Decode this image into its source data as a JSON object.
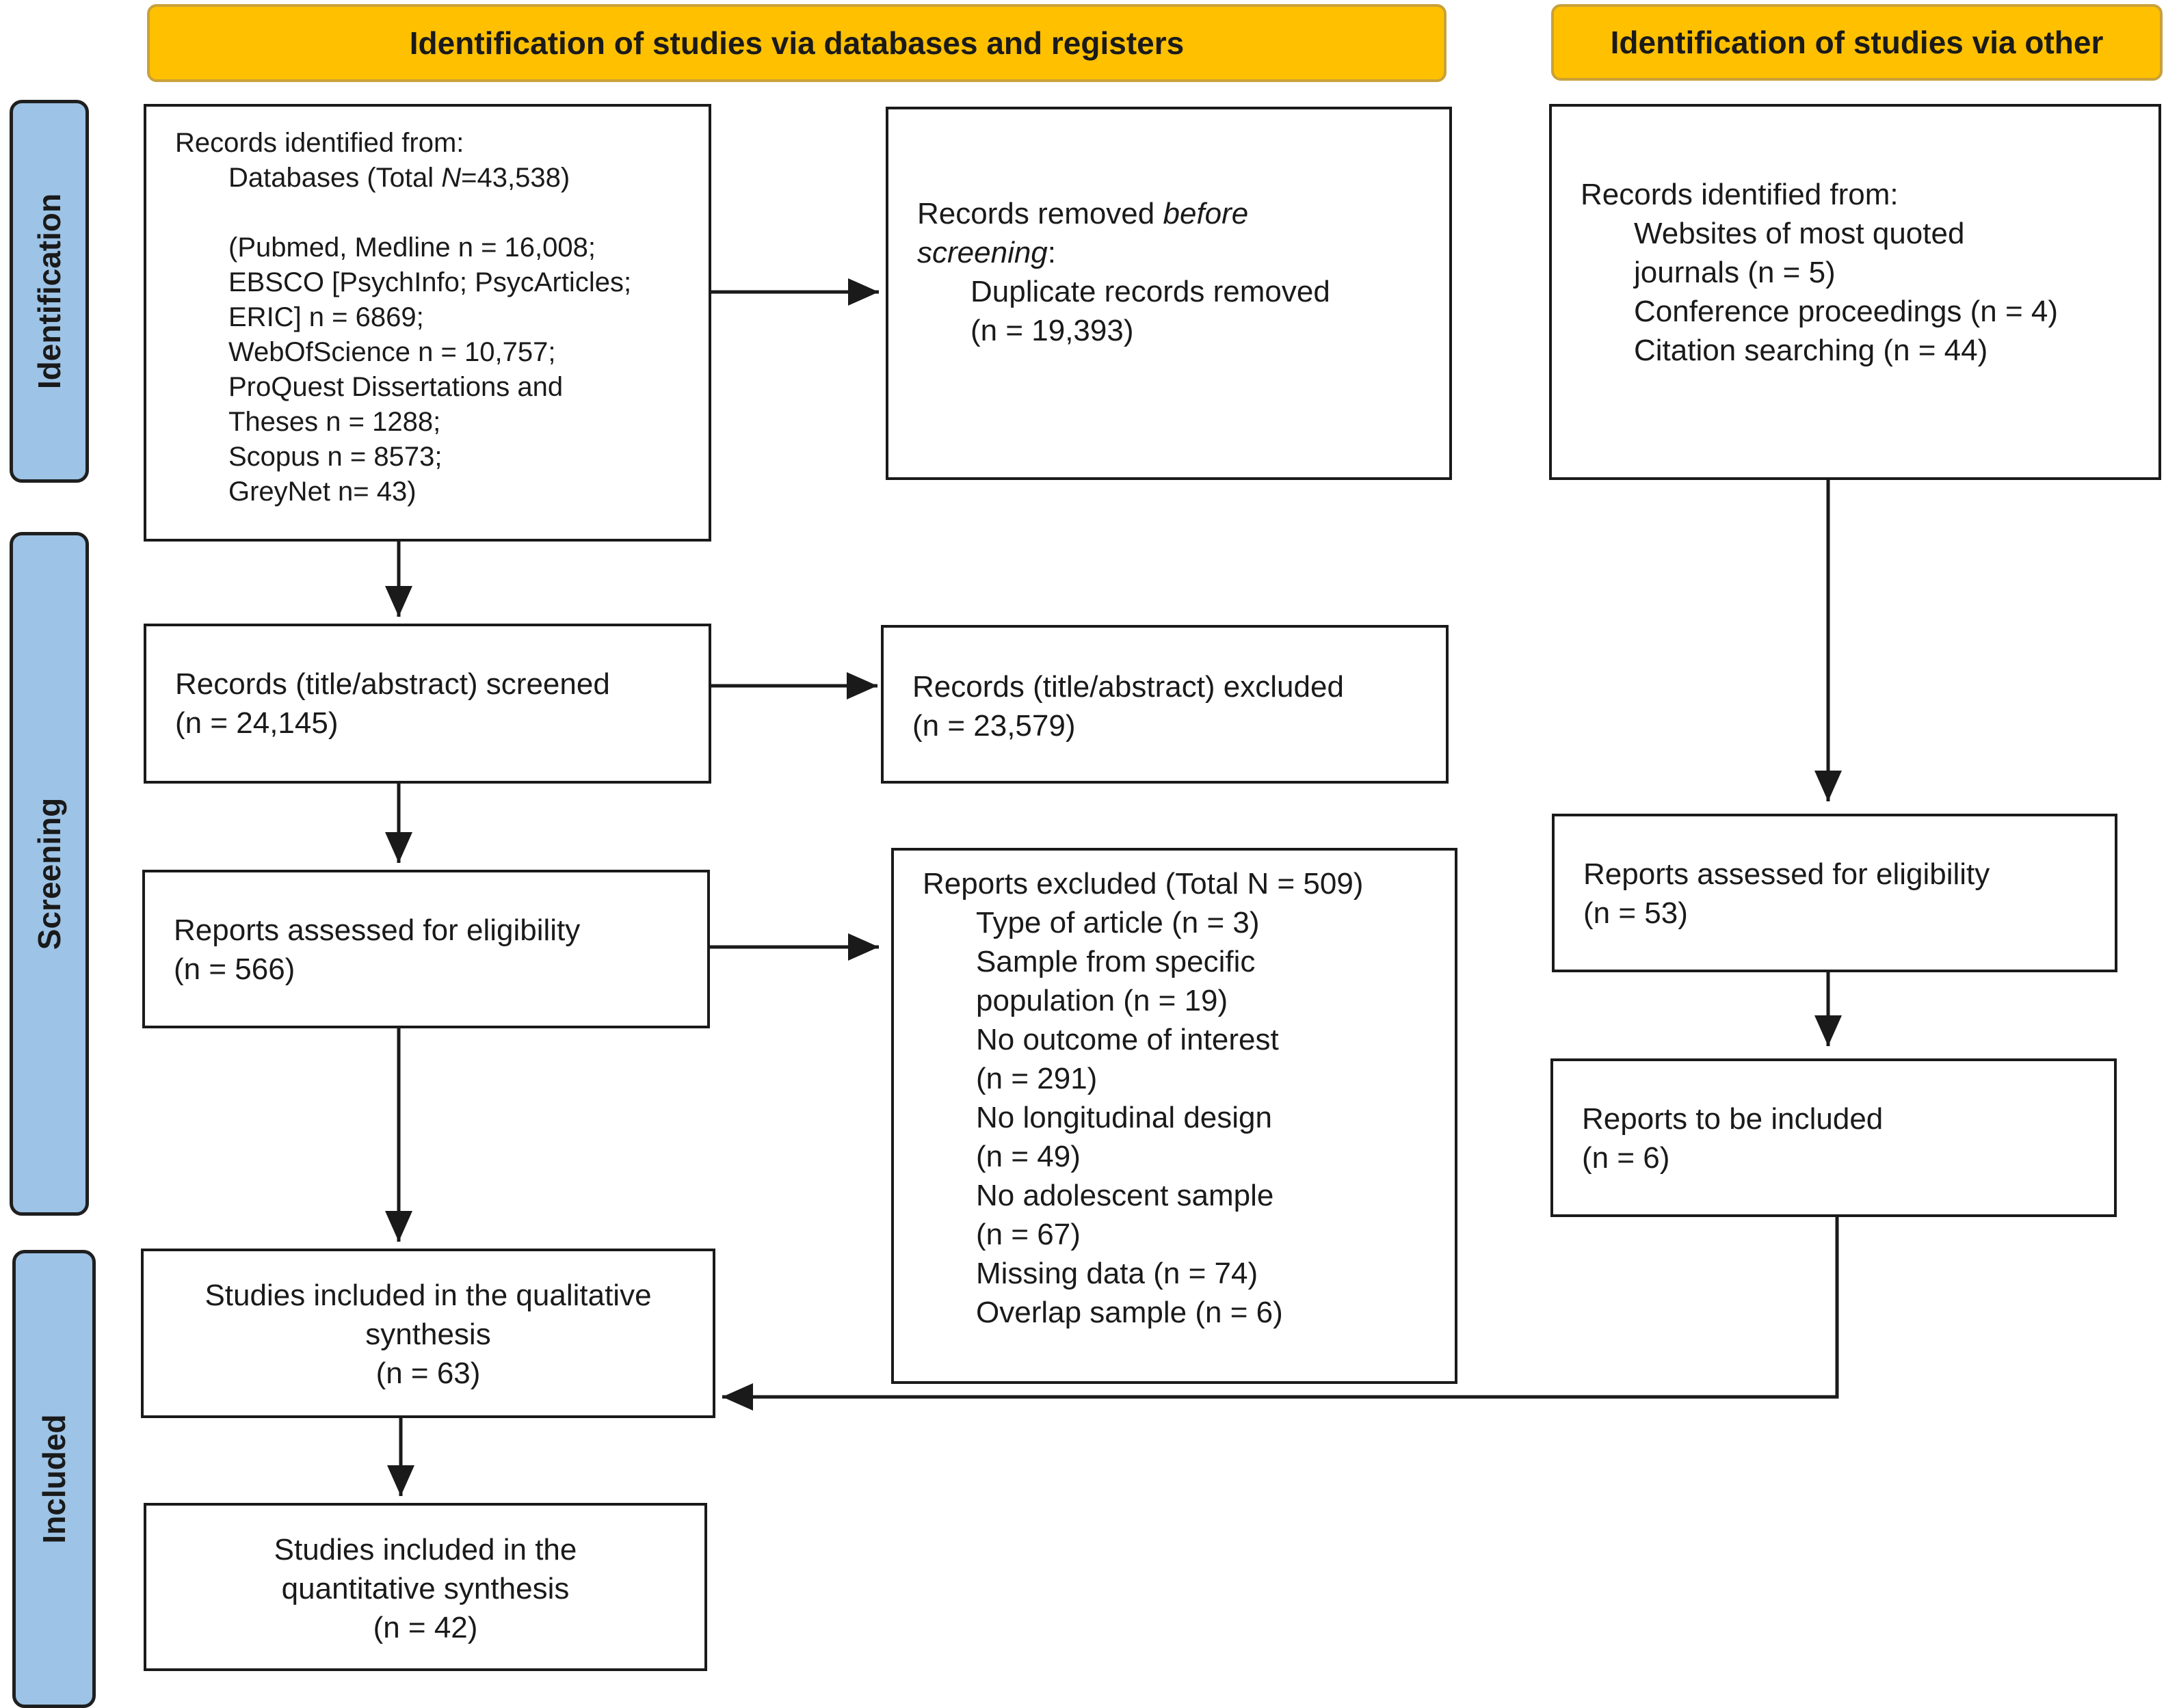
{
  "headers": {
    "databases": "Identification of studies via databases and registers",
    "other": "Identification of studies via other"
  },
  "phases": {
    "identification": "Identification",
    "screening": "Screening",
    "included": "Included"
  },
  "boxes": {
    "records_identified_db": {
      "title": "Records identified from:",
      "databases_pre": "Databases (Total ",
      "databases_n_symbol": "N",
      "databases_post": "=43,538)",
      "sources": [
        "(Pubmed, Medline n = 16,008;",
        "EBSCO [PsychInfo; PsycArticles;",
        "ERIC] n = 6869;",
        "WebOfScience n = 10,757;",
        "ProQuest Dissertations and",
        "Theses n = 1288;",
        "Scopus n = 8573;",
        "GreyNet n= 43)"
      ]
    },
    "records_removed": {
      "line1_pre": "Records removed ",
      "line1_em": "before",
      "line2_em": "screening",
      "line2_post": ":",
      "detail": "Duplicate records removed",
      "count": "(n = 19,393)"
    },
    "records_identified_other": {
      "title": "Records identified from:",
      "lines": [
        "Websites of most quoted",
        "journals (n = 5)",
        "Conference proceedings (n = 4)",
        "Citation searching (n = 44)"
      ]
    },
    "records_screened": {
      "label": "Records (title/abstract) screened",
      "count": "(n = 24,145)"
    },
    "records_excluded": {
      "label": "Records (title/abstract) excluded",
      "count": "(n = 23,579)"
    },
    "reports_assessed_db": {
      "label": "Reports assessed for eligibility",
      "count": "(n = 566)"
    },
    "reports_excluded": {
      "title": "Reports excluded (Total N = 509)",
      "lines": [
        "Type of article (n = 3)",
        "Sample from specific",
        "population (n = 19)",
        "No outcome of interest",
        "(n = 291)",
        "No longitudinal design",
        "(n = 49)",
        "No adolescent sample",
        "(n = 67)",
        "Missing data (n = 74)",
        "Overlap sample (n = 6)"
      ]
    },
    "reports_assessed_other": {
      "label": "Reports assessed for eligibility",
      "count": "(n = 53)"
    },
    "reports_included_other": {
      "label": "Reports to be included",
      "count": "(n = 6)"
    },
    "qualitative": {
      "line1": "Studies included in the qualitative",
      "line2": "synthesis",
      "count": "(n = 63)"
    },
    "quantitative": {
      "line1": "Studies included in the",
      "line2": "quantitative synthesis",
      "count": "(n = 42)"
    }
  },
  "colors": {
    "header_fill": "#ffc000",
    "header_border": "#c9a13a",
    "phase_fill": "#9dc3e6",
    "line": "#1a1a1a"
  }
}
